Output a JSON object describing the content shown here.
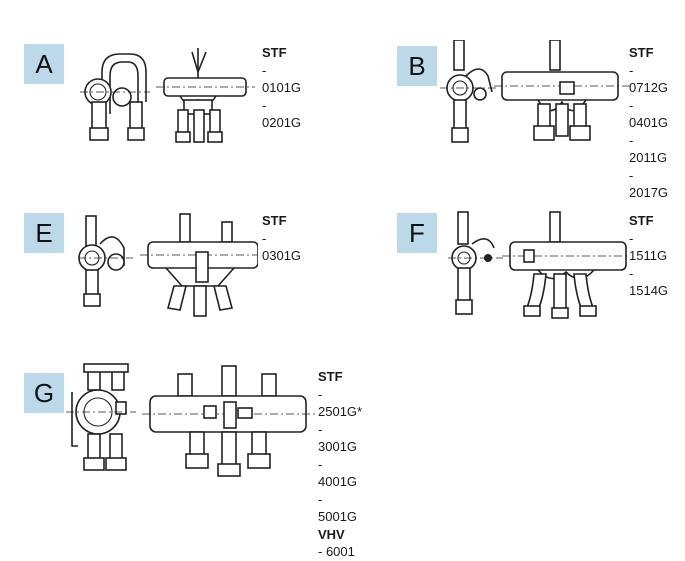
{
  "panels": [
    {
      "id": "A",
      "label": "A",
      "header": "STF",
      "codes": [
        "- 0101G",
        "- 0201G"
      ]
    },
    {
      "id": "B",
      "label": "B",
      "header": "STF",
      "codes": [
        "- 0712G",
        "- 0401G",
        "- 2011G",
        "- 2017G"
      ]
    },
    {
      "id": "E",
      "label": "E",
      "header": "STF",
      "codes": [
        "- 0301G"
      ]
    },
    {
      "id": "F",
      "label": "F",
      "header": "STF",
      "codes": [
        "- 1511G",
        "- 1514G"
      ]
    },
    {
      "id": "G",
      "label": "G",
      "header": "STF",
      "codes": [
        "- 2501G*",
        "- 3001G",
        "- 4001G",
        "- 5001G"
      ],
      "header2": "VHV",
      "codes2": [
        "- 6001"
      ]
    }
  ]
}
